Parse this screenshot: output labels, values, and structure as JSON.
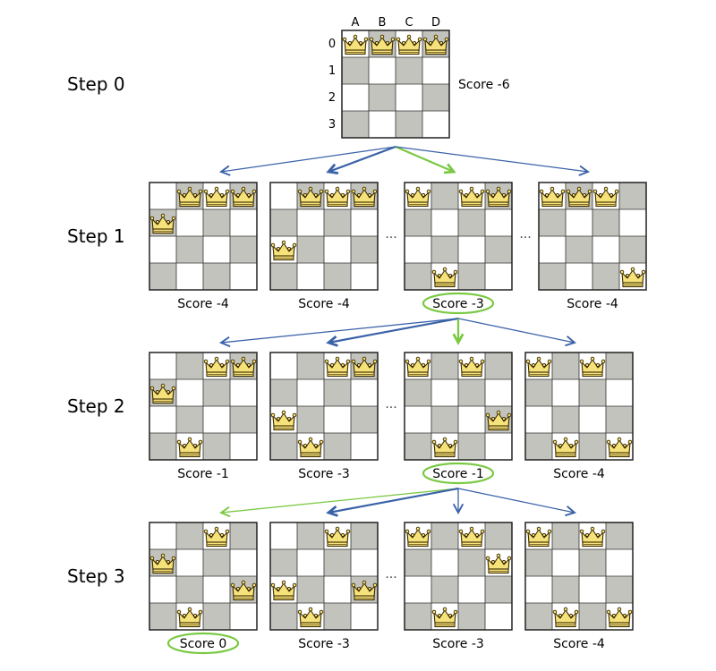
{
  "colors": {
    "dark_square": "#c3c3bd",
    "light_square": "#ffffff",
    "arrow_blue": "#3a62a8",
    "arrow_green": "#7ac943",
    "crown_fill": "#f6e27a",
    "crown_stroke": "#3a2a00"
  },
  "column_labels": [
    "A",
    "B",
    "C",
    "D"
  ],
  "row_labels": [
    "0",
    "1",
    "2",
    "3"
  ],
  "step0": {
    "label": "Step 0",
    "score": "Score -6",
    "queens": [
      0,
      0,
      0,
      0
    ]
  },
  "steps": [
    {
      "label": "Step 1",
      "ellipses": [
        "...",
        "..."
      ],
      "boards": [
        {
          "queens": [
            1,
            0,
            0,
            0
          ],
          "score": "Score -4",
          "selected": false
        },
        {
          "queens": [
            2,
            0,
            0,
            0
          ],
          "score": "Score -4",
          "selected": false
        },
        {
          "queens": [
            0,
            3,
            0,
            0
          ],
          "score": "Score -3",
          "selected": true
        },
        {
          "queens": [
            0,
            0,
            0,
            3
          ],
          "score": "Score -4",
          "selected": false
        }
      ]
    },
    {
      "label": "Step 2",
      "ellipses": [
        "..."
      ],
      "boards": [
        {
          "queens": [
            1,
            3,
            0,
            0
          ],
          "score": "Score -1",
          "selected": false
        },
        {
          "queens": [
            2,
            3,
            0,
            0
          ],
          "score": "Score -3",
          "selected": false
        },
        {
          "queens": [
            0,
            3,
            0,
            2
          ],
          "score": "Score -1",
          "selected": true
        },
        {
          "queens": [
            0,
            3,
            0,
            3
          ],
          "score": "Score -4",
          "selected": false
        }
      ]
    },
    {
      "label": "Step 3",
      "ellipses": [
        "..."
      ],
      "boards": [
        {
          "queens": [
            1,
            3,
            0,
            2
          ],
          "score": "Score 0",
          "selected": true
        },
        {
          "queens": [
            2,
            3,
            0,
            2
          ],
          "score": "Score -3",
          "selected": false
        },
        {
          "queens": [
            0,
            3,
            0,
            1
          ],
          "score": "Score -3",
          "selected": false
        },
        {
          "queens": [
            0,
            3,
            0,
            3
          ],
          "score": "Score -4",
          "selected": false
        }
      ]
    }
  ]
}
